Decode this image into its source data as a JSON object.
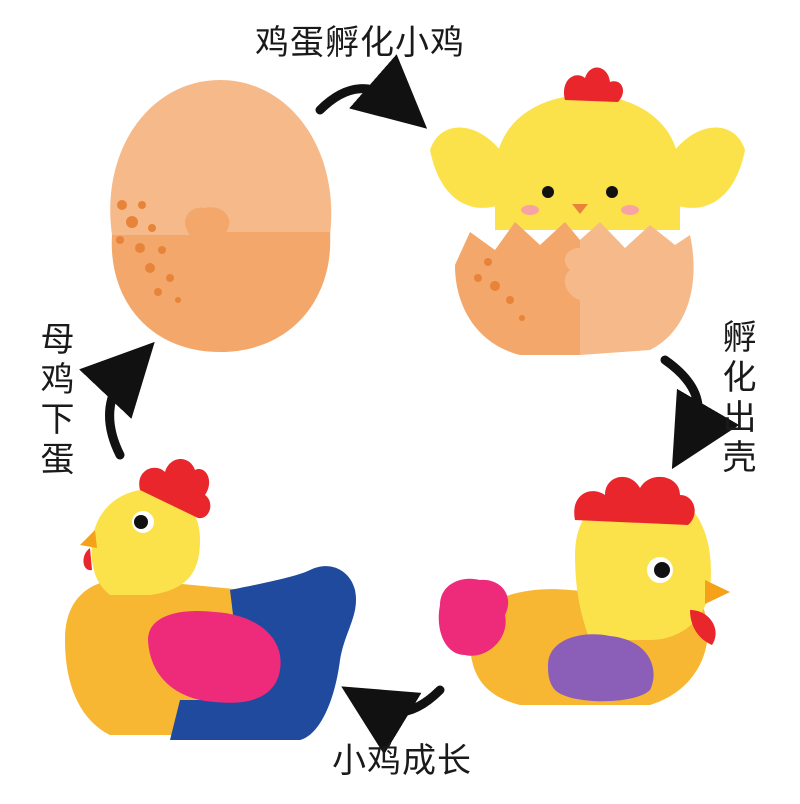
{
  "stages": [
    {
      "name": "egg-stage"
    },
    {
      "name": "hatching-chick-stage"
    },
    {
      "name": "young-chicken-stage"
    },
    {
      "name": "hen-stage"
    }
  ],
  "transitions": {
    "top": "鸡蛋孵化小鸡",
    "right": "孵化出壳",
    "bottom": "小鸡成长",
    "left": "母鸡下蛋"
  },
  "colors": {
    "egg_top": "#f6b98a",
    "egg_bottom": "#f3a76a",
    "egg_spot": "#e8833a",
    "chick_yellow": "#fbe24a",
    "comb_red": "#e8262c",
    "body_orange": "#f7b733",
    "wing_pink": "#ee2a7b",
    "wing_purple": "#8b5fb8",
    "tail_blue": "#1f4a9e",
    "beak_orange": "#f5a11a",
    "arrow": "#111111"
  }
}
